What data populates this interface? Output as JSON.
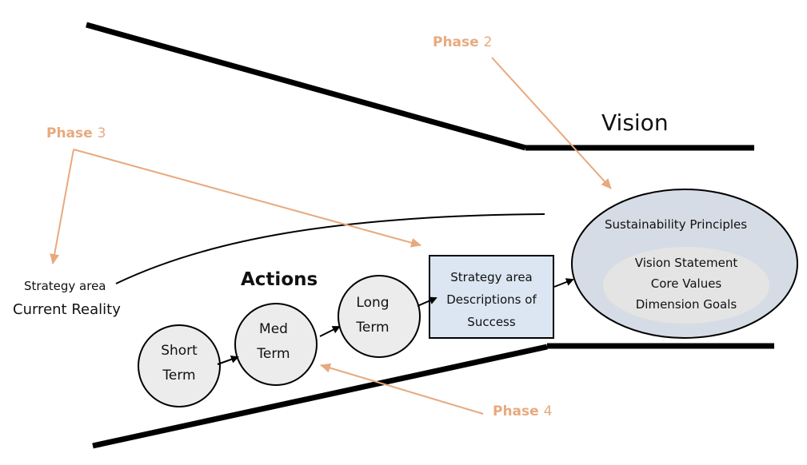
{
  "diagram": {
    "vision_title": "Vision",
    "actions_title": "Actions",
    "current_reality": {
      "line1": "Strategy area",
      "line2": "Current Reality"
    },
    "phases": {
      "phase2": {
        "word": "Phase",
        "num": "2"
      },
      "phase3": {
        "word": "Phase",
        "num": "3"
      },
      "phase4": {
        "word": "Phase",
        "num": "4"
      }
    },
    "circles": {
      "short": {
        "line1": "Short",
        "line2": "Term"
      },
      "med": {
        "line1": "Med",
        "line2": "Term"
      },
      "long": {
        "line1": "Long",
        "line2": "Term"
      }
    },
    "success_box": {
      "line1": "Strategy area",
      "line2": "Descriptions of",
      "line3": "Success"
    },
    "vision_ellipse": {
      "principles": "Sustainability Principles",
      "statement": "Vision Statement",
      "values": "Core Values",
      "goals": "Dimension Goals"
    }
  },
  "colors": {
    "phase_annotation": "#e8a97e",
    "circle_fill": "#ececec",
    "box_fill": "#dce6f2",
    "ellipse_outer": "#d6dce5",
    "ellipse_inner": "#e4e4e4",
    "line": "#000000"
  }
}
